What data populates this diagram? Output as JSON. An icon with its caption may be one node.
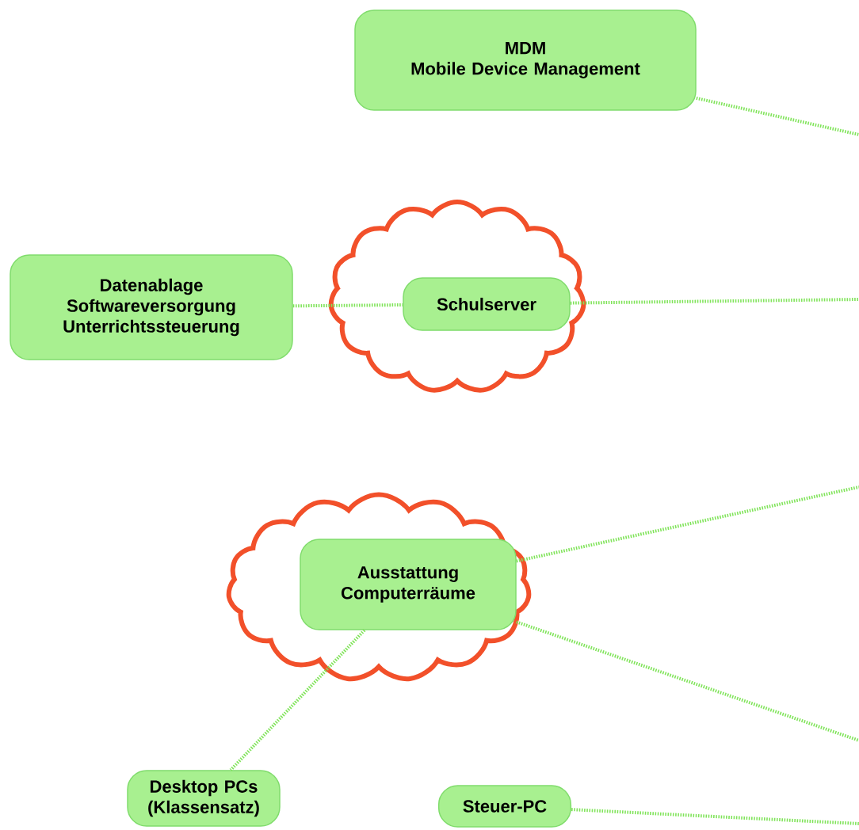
{
  "diagram": {
    "nodes": [
      {
        "text": [
          "MDM",
          "Mobile Device Management"
        ]
      },
      {
        "text": [
          "Datenablage Softwareversorgung Unterrichtssteuerung"
        ]
      },
      {
        "text": [],
        "shape": "cloud"
      },
      {
        "text": [
          "Schulserver"
        ],
        "in": 2
      },
      {
        "text": [],
        "shape": "cloud"
      },
      {
        "text": [
          "Ausstattung Computerräume"
        ],
        "in": 4
      },
      {
        "text": [
          "Desktop PCs (Klassensatz)"
        ]
      },
      {
        "text": [
          "Steuer-PC"
        ]
      }
    ],
    "edges": [
      {
        "from": 0,
        "to": null,
        "arrow": "none"
      },
      {
        "from": 1,
        "to": 3,
        "arrow": "none"
      },
      {
        "from": 3,
        "to": null,
        "arrow": "none"
      },
      {
        "from": 5,
        "to": null,
        "arrow": "none"
      },
      {
        "from": 5,
        "to": null,
        "arrow": "none"
      },
      {
        "from": 5,
        "to": 6,
        "arrow": "none"
      },
      {
        "from": 7,
        "to": null,
        "arrow": "none"
      }
    ]
  }
}
